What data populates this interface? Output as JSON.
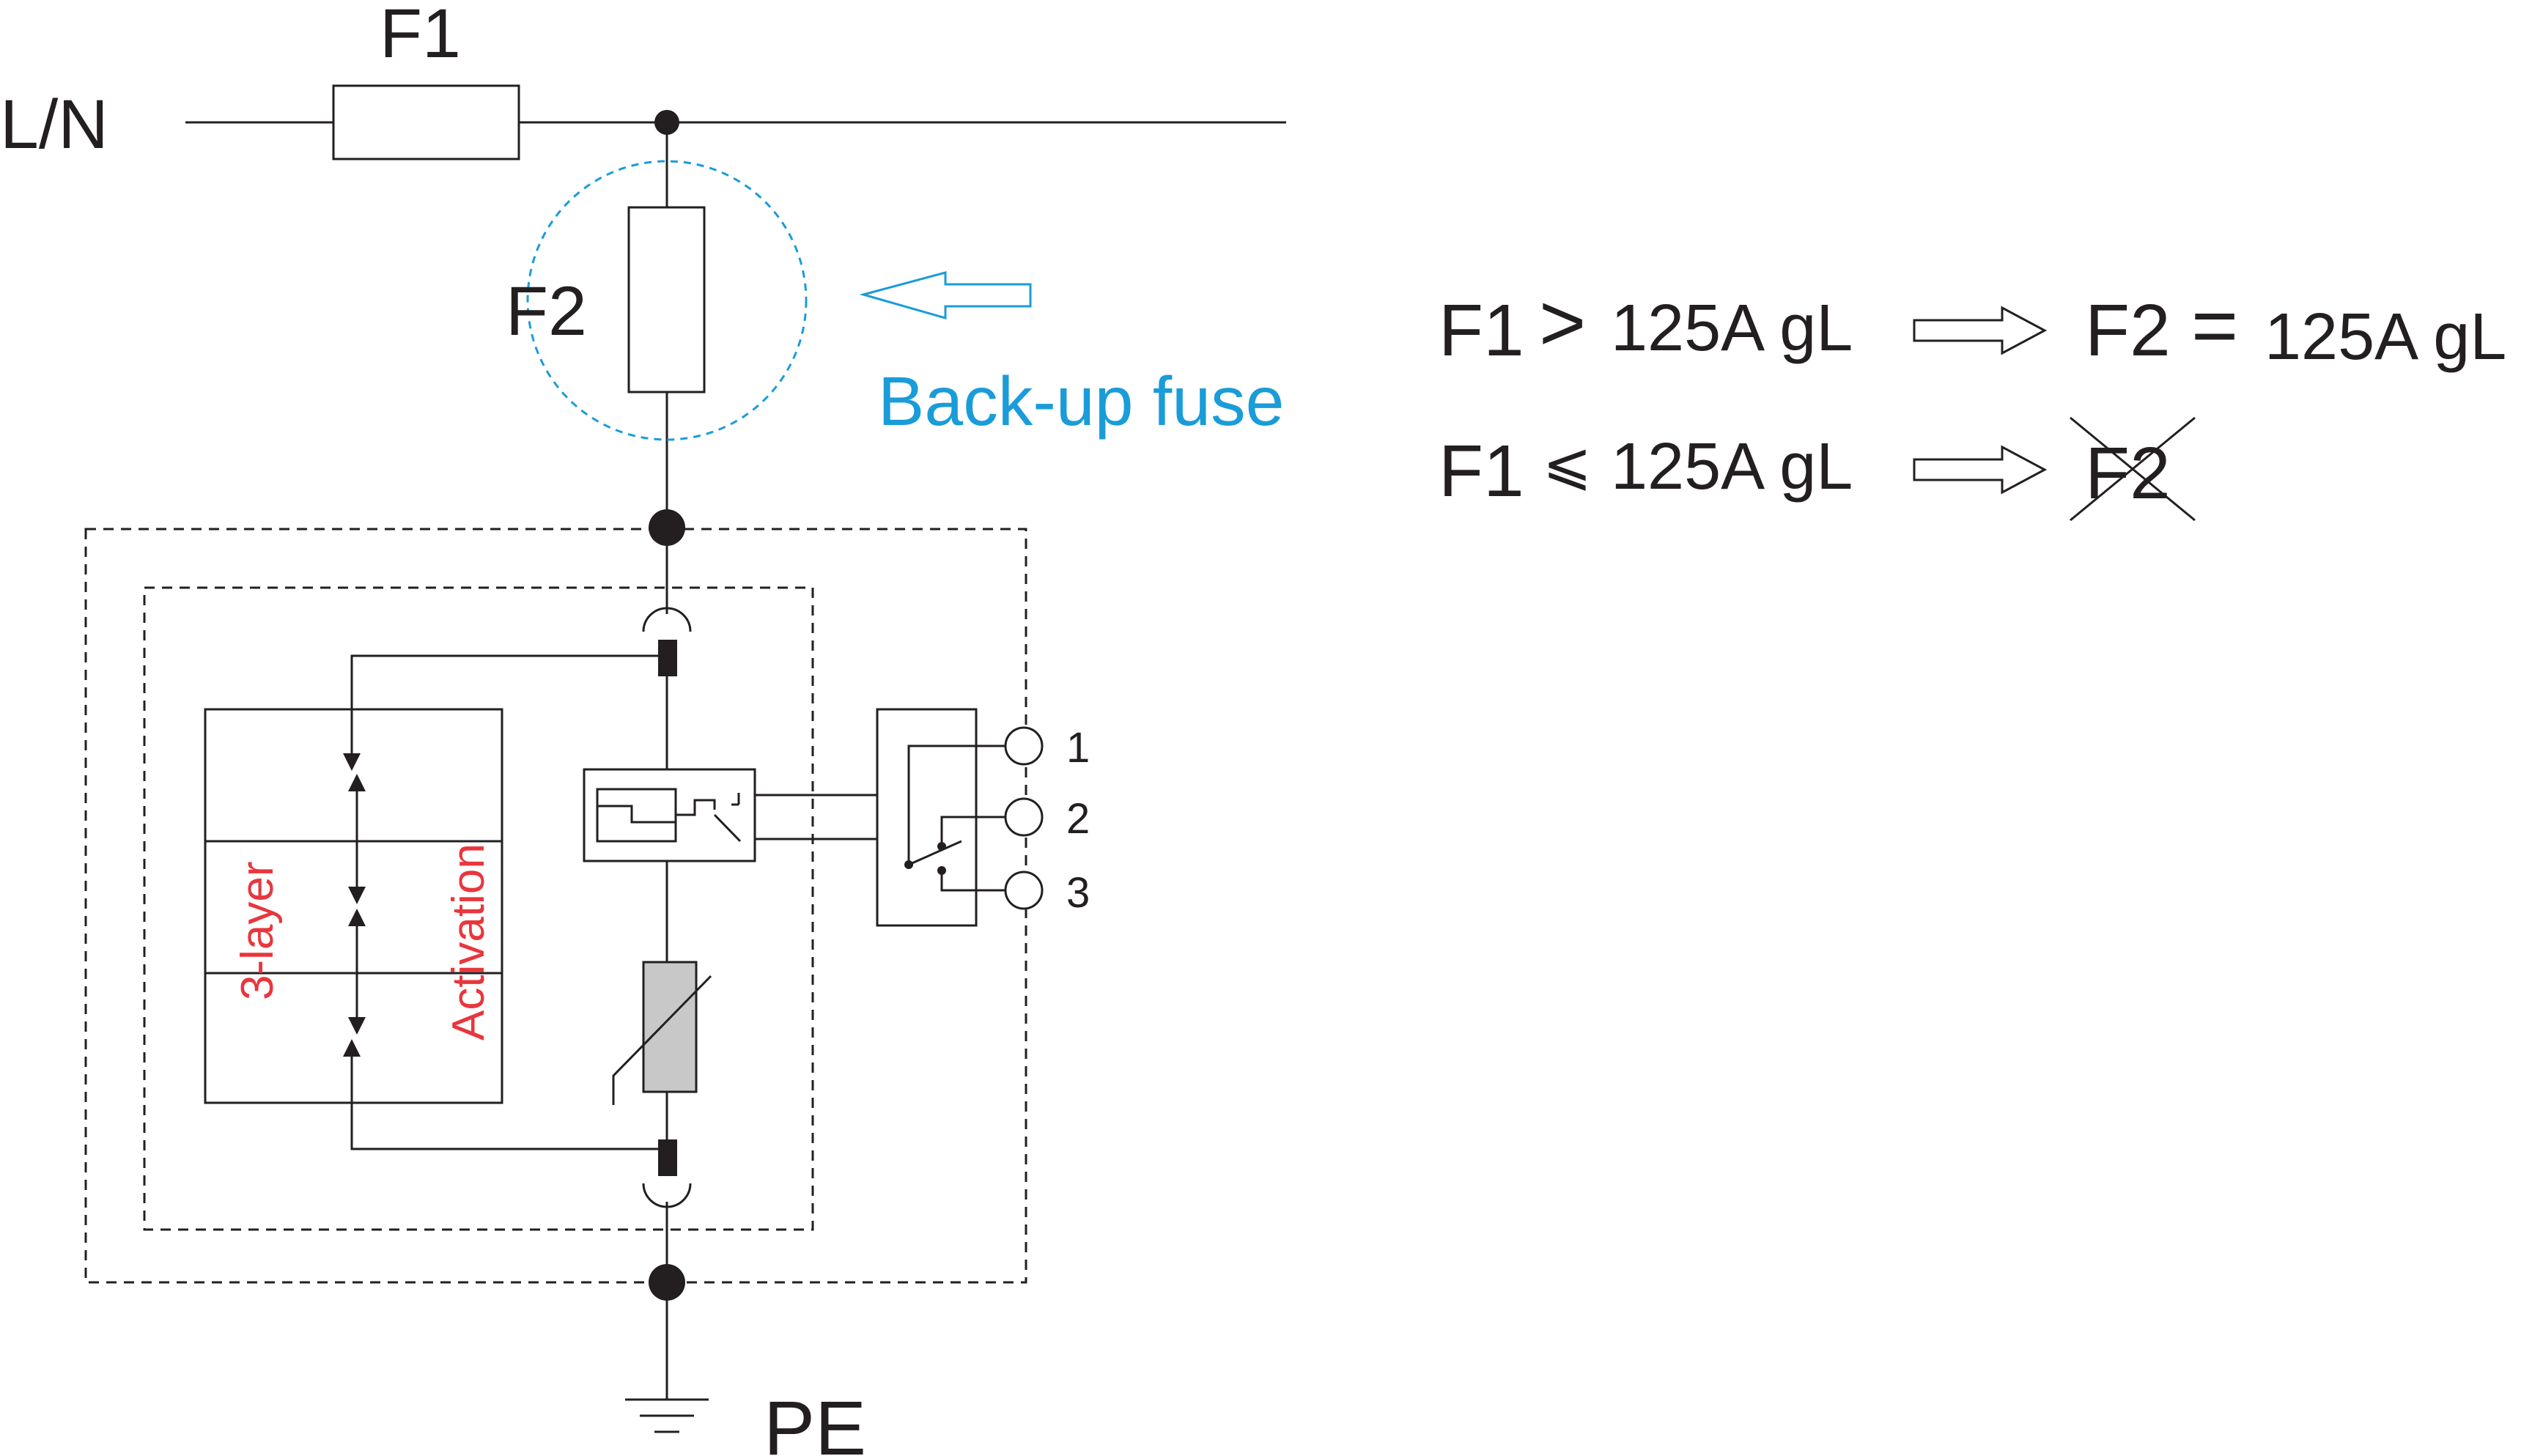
{
  "labels": {
    "line": "L/N",
    "fuse_main": "F1",
    "fuse_backup": "F2",
    "backup_note": "Back-up fuse",
    "earth": "PE",
    "layer_text": "3-layer",
    "activation_text": "Activation",
    "terminal_1": "1",
    "terminal_2": "2",
    "terminal_3": "3"
  },
  "rules": [
    {
      "f1": "F1",
      "op": ">",
      "rating": "125A gL",
      "result": "F2",
      "result_op": "=",
      "result_rating": "125A gL",
      "crossed": false
    },
    {
      "f1": "F1",
      "op": "⩽",
      "rating": "125A gL",
      "result": "F2",
      "result_op": "",
      "result_rating": "",
      "crossed": true
    }
  ],
  "colors": {
    "line": "#231f20",
    "accent_blue": "#1a9cd8",
    "accent_red": "#e8363d",
    "varistor_fill": "#c8c8c8"
  }
}
